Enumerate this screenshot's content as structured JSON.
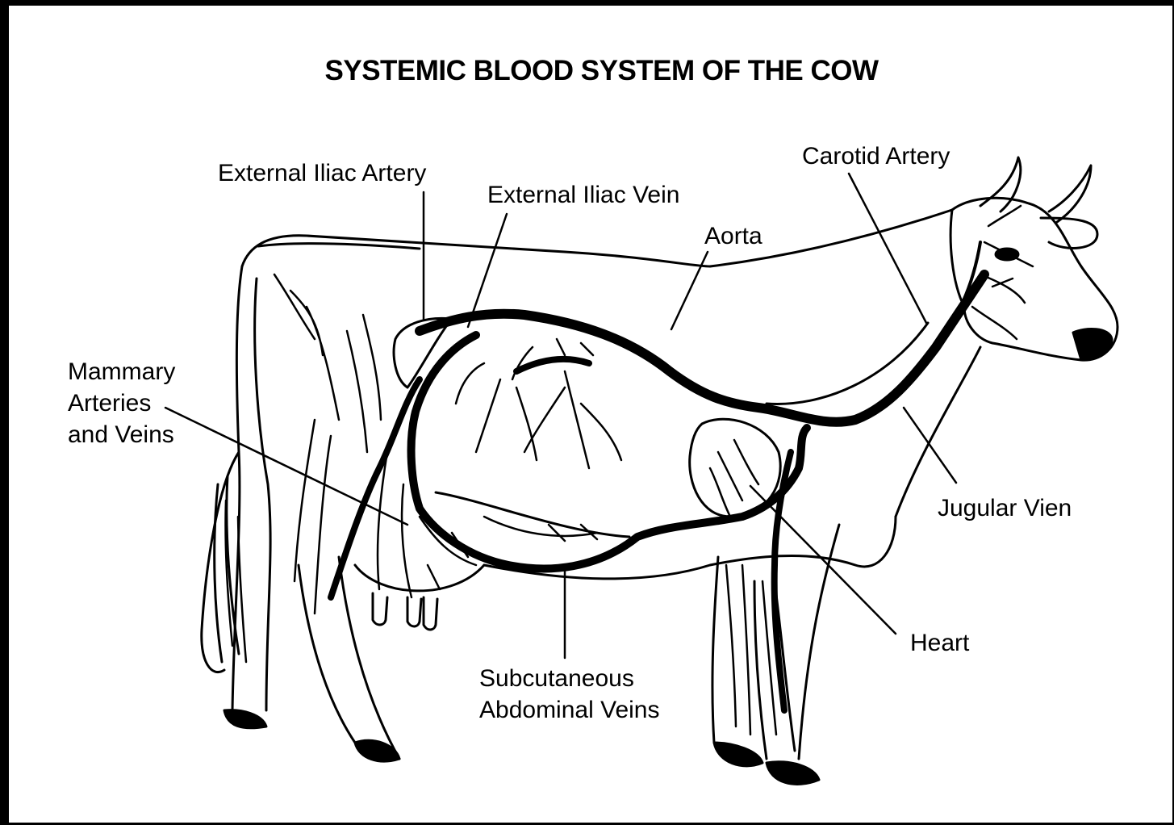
{
  "title": "SYSTEMIC BLOOD SYSTEM OF THE COW",
  "labels": {
    "external_iliac_artery": "External Iliac Artery",
    "external_iliac_vein": "External Iliac Vein",
    "aorta": "Aorta",
    "carotid_artery": "Carotid Artery",
    "mammary_line1": "Mammary",
    "mammary_line2": "Arteries",
    "mammary_line3": "and Veins",
    "jugular_vein": "Jugular Vien",
    "heart": "Heart",
    "subcutaneous_line1": "Subcutaneous",
    "subcutaneous_line2": "Abdominal Veins"
  },
  "colors": {
    "ink": "#000000",
    "paper": "#ffffff"
  }
}
